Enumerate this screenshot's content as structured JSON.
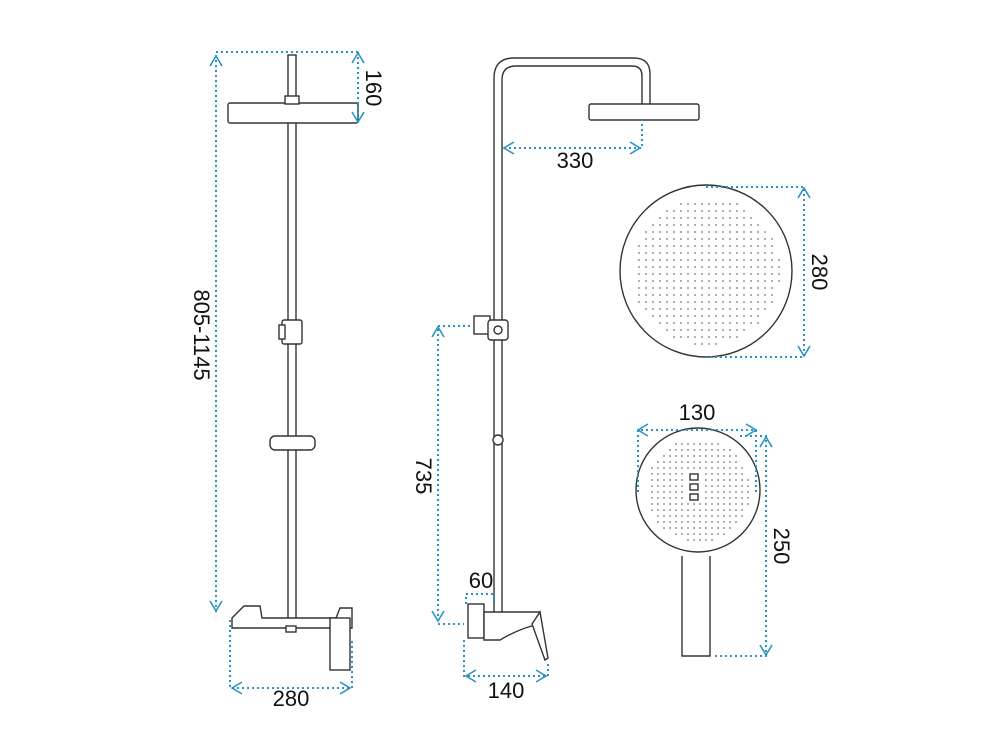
{
  "dimensions": {
    "front_height_range": "805-1145",
    "front_top_offset": "160",
    "front_width": "280",
    "side_arm_reach": "330",
    "side_mixer_height": "735",
    "side_spout_offset": "60",
    "side_base_width": "140",
    "rain_head_diameter": "280",
    "hand_head_width": "130",
    "hand_length": "250"
  },
  "colors": {
    "dimension_line": "#2a93c4",
    "outline": "#333333"
  },
  "icons": {
    "rain_head": "round-rain-showerhead",
    "hand_shower": "round-hand-shower"
  }
}
